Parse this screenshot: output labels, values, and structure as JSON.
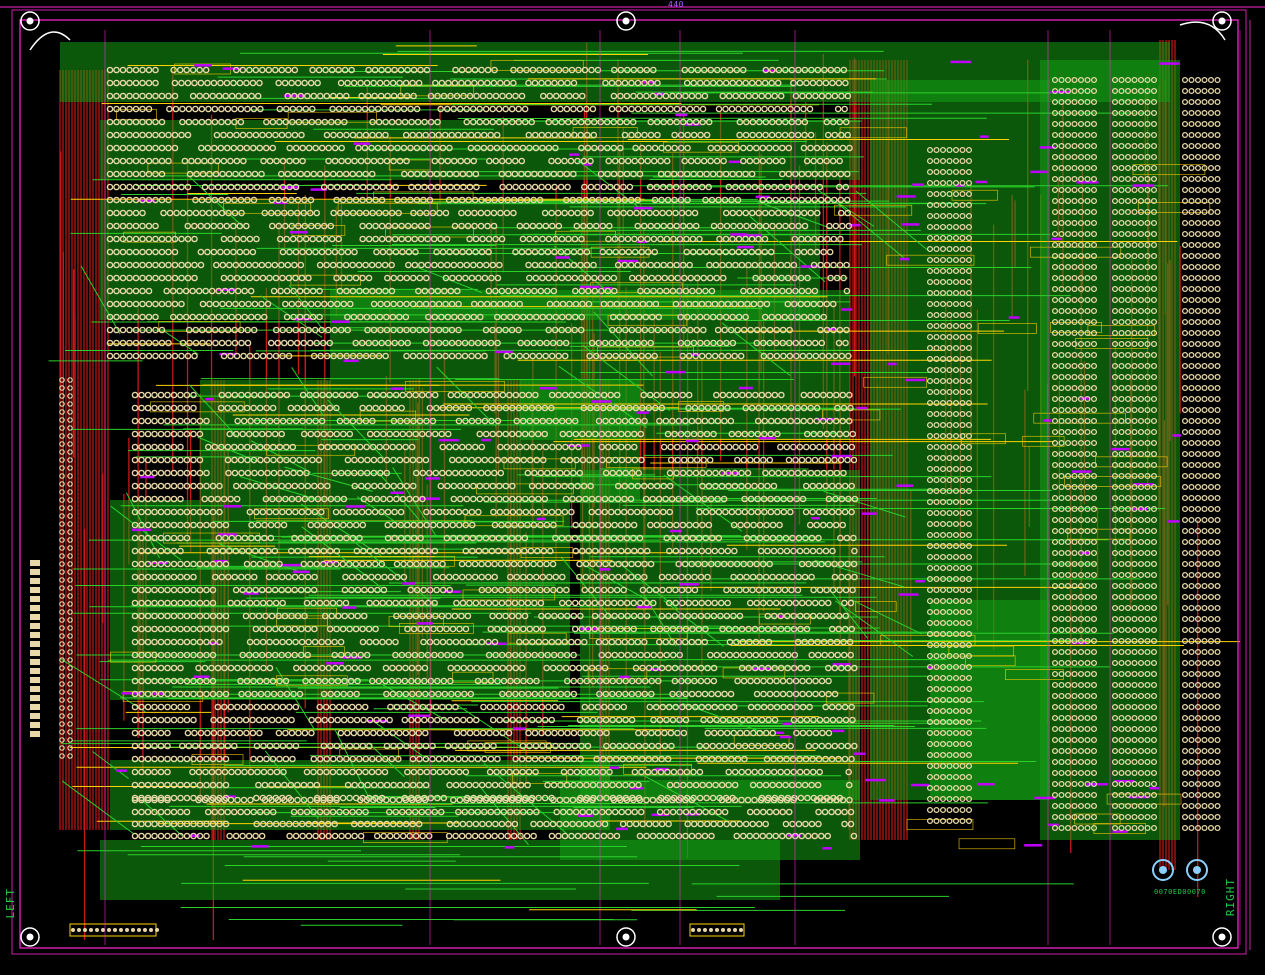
{
  "board": {
    "top_dimension": "440",
    "left_label": "LEFT",
    "right_label": "RIGHT",
    "bottom_right_code": "0070ED00070"
  },
  "colors": {
    "background": "#000000",
    "outline": "#ff2ad4",
    "top_copper": "#14a014",
    "bottom_copper": "#c81818",
    "silk": "#ffd200",
    "pad_ring": "#e8d8a8",
    "label": "#c000ff"
  },
  "layers": [
    "top-copper",
    "bottom-copper",
    "silkscreen",
    "pads",
    "board-outline"
  ],
  "icons": [
    "mounting-hole-icon",
    "connector-icon",
    "ic-footprint-icon"
  ]
}
